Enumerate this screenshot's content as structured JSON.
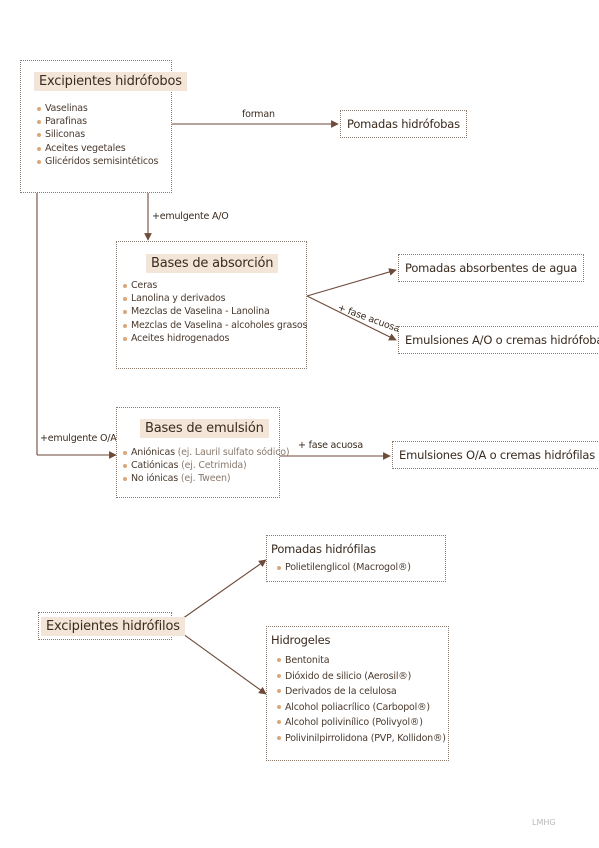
{
  "hydrophobic": {
    "title": "Excipientes hidrófobos",
    "items": [
      "Vaselinas",
      "Parafinas",
      "Siliconas",
      "Aceites vegetales",
      "Glicéridos semisintéticos"
    ]
  },
  "absorption": {
    "title": "Bases de absorción",
    "items": [
      "Ceras",
      "Lanolina y derivados",
      "Mezclas de Vaselina - Lanolina",
      "Mezclas de Vaselina - alcoholes grasos",
      "Aceites hidrogenados"
    ]
  },
  "emulsion": {
    "title": "Bases de emulsión",
    "items": [
      {
        "main": "Aniónicas",
        "note": "(ej. Lauril sulfato sódico)"
      },
      {
        "main": "Catiónicas",
        "note": "(ej. Cetrimida)"
      },
      {
        "main": "No iónicas",
        "note": "(ej. Tween)"
      }
    ]
  },
  "hydrophilic": {
    "title": "Excipientes hidrófilos"
  },
  "hydrophilic_ointments": {
    "title": "Pomadas hidrófilas",
    "items": [
      "Polietilenglicol (Macrogol®)"
    ]
  },
  "hydrogels": {
    "title": "Hidrogeles",
    "items": [
      "Bentonita",
      "Dióxido de silicio (Aerosil®)",
      "Derivados de la celulosa",
      "Alcohol poliacrílico (Carbopol®)",
      "Alcohol polivinílico (Polivyol®)",
      "Polivinilpirrolidona (PVP, Kollidon®)"
    ]
  },
  "targets": {
    "hydrophobic_ointments": "Pomadas hidrófobas",
    "water_absorbing_ointments": "Pomadas absorbentes de agua",
    "wo_emulsions": "Emulsiones A/O o cremas hidrófobas",
    "ow_emulsions": "Emulsiones O/A o cremas hidrófilas"
  },
  "edge_labels": {
    "forman": "forman",
    "emulgente_ao": "+emulgente A/O",
    "fase_acuosa_1": "+ fase acuosa",
    "emulgente_oa": "+emulgente O/A",
    "fase_acuosa_2": "+ fase acuosa"
  },
  "footer": "LMHG",
  "colors": {
    "accent": "#f3e6d8",
    "bullet": "#d9a77a",
    "line": "#6e4a3a",
    "text": "#3a2a1e"
  }
}
